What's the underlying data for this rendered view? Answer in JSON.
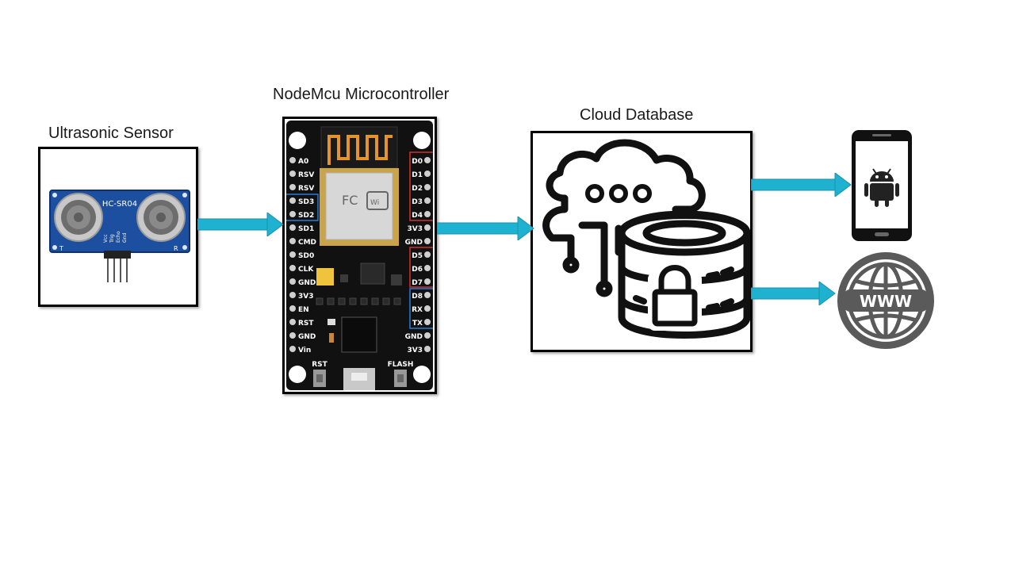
{
  "nodes": {
    "sensor": {
      "label": "Ultrasonic Sensor",
      "module_model": "HC-SR04",
      "pin_labels": [
        "Vcc",
        "Trig",
        "Echo",
        "Gnd"
      ],
      "corner_t": "T",
      "corner_r": "R"
    },
    "mcu": {
      "label": "NodeMcu Microcontroller",
      "left_pins": [
        "A0",
        "RSV",
        "RSV",
        "SD3",
        "SD2",
        "SD1",
        "CMD",
        "SD0",
        "CLK",
        "GND",
        "3V3",
        "EN",
        "RST",
        "GND",
        "Vin"
      ],
      "right_pins": [
        "D0",
        "D1",
        "D2",
        "D3",
        "D4",
        "3V3",
        "GND",
        "D5",
        "D6",
        "D7",
        "D8",
        "RX",
        "TX",
        "GND",
        "3V3"
      ],
      "button_left": "RST",
      "button_right": "FLASH"
    },
    "cloud": {
      "label": "Cloud Database"
    },
    "web": {
      "www_text": "WWW"
    }
  },
  "colors": {
    "arrow": "#1fb2d0",
    "board": "#111111",
    "sensor_board": "#1c4fa0",
    "icon_gray": "#5a5a5a"
  },
  "icons": [
    "android-phone-icon",
    "globe-www-icon",
    "cloud-database-icon"
  ]
}
